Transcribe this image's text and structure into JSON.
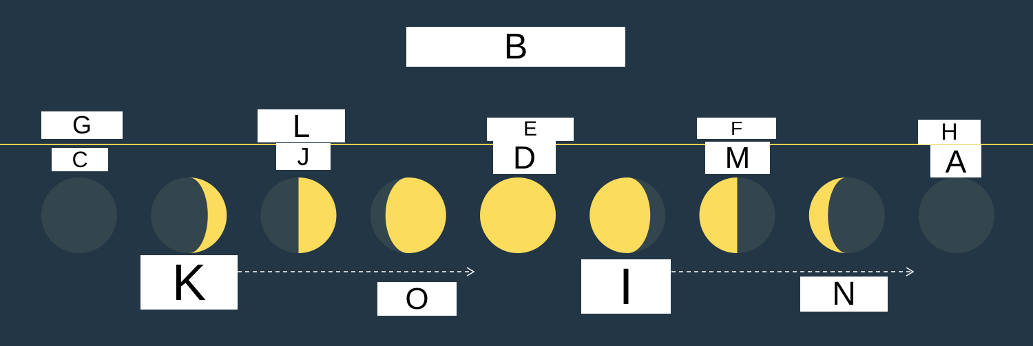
{
  "colors": {
    "background": "#233645",
    "moon_dark": "#33454d",
    "moon_lit": "#fcdc5c",
    "horizon": "#e6d24e",
    "arrow": "#ffffff",
    "label_box": "#ffffff",
    "label_text": "#000000"
  },
  "labels": {
    "A": "A",
    "B": "B",
    "C": "C",
    "D": "D",
    "E": "E",
    "F": "F",
    "G": "G",
    "H": "H",
    "I": "I",
    "J": "J",
    "K": "K",
    "L": "L",
    "M": "M",
    "N": "N",
    "O": "O"
  },
  "phases": [
    {
      "lit": 0.0,
      "waxing": true
    },
    {
      "lit": 0.25,
      "waxing": true
    },
    {
      "lit": 0.5,
      "waxing": true
    },
    {
      "lit": 0.8,
      "waxing": true
    },
    {
      "lit": 1.0,
      "waxing": true
    },
    {
      "lit": 0.8,
      "waxing": false
    },
    {
      "lit": 0.5,
      "waxing": false
    },
    {
      "lit": 0.25,
      "waxing": false
    },
    {
      "lit": 0.0,
      "waxing": false
    }
  ]
}
